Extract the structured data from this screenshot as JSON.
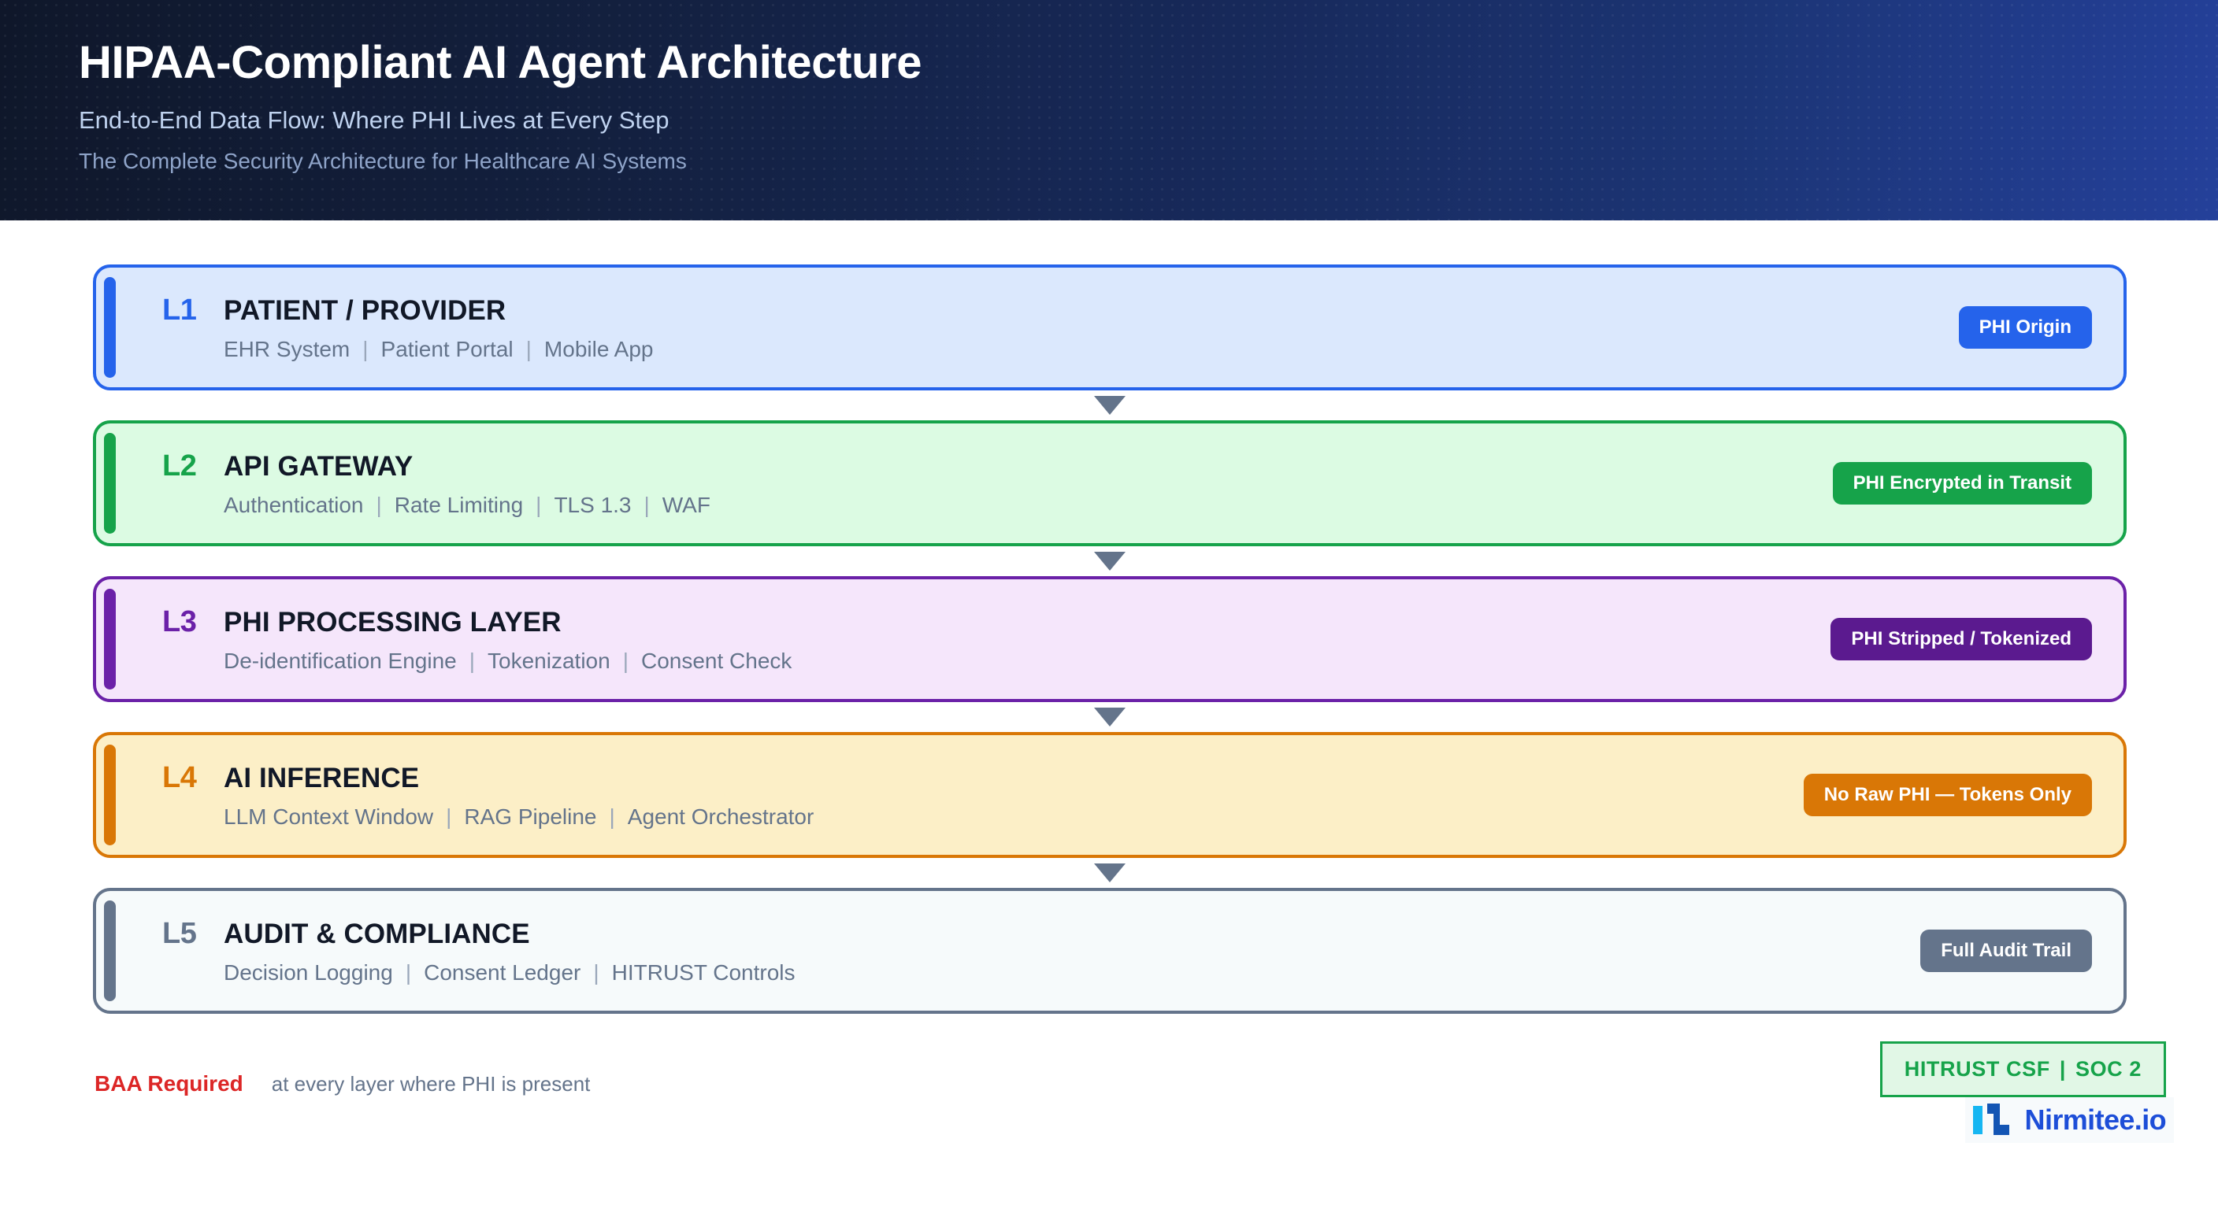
{
  "header": {
    "title": "HIPAA-Compliant AI Agent Architecture",
    "subtitle": "End-to-End Data Flow: Where PHI Lives at Every Step",
    "tagline": "The Complete Security Architecture for Healthcare AI Systems",
    "gradient_from": "#0f172a",
    "gradient_to": "#24409a"
  },
  "layers": [
    {
      "code": "L1",
      "title": "PATIENT / PROVIDER",
      "components": [
        "EHR System",
        "Patient Portal",
        "Mobile App"
      ],
      "badge": "PHI Origin",
      "accent": "#2563eb",
      "fill": "#dbe8fd",
      "badge_bg": "#2563eb"
    },
    {
      "code": "L2",
      "title": "API GATEWAY",
      "components": [
        "Authentication",
        "Rate Limiting",
        "TLS 1.3",
        "WAF"
      ],
      "badge": "PHI Encrypted in Transit",
      "accent": "#16a34a",
      "fill": "#dcfbe3",
      "badge_bg": "#16a34a"
    },
    {
      "code": "L3",
      "title": "PHI PROCESSING LAYER",
      "components": [
        "De-identification Engine",
        "Tokenization",
        "Consent Check"
      ],
      "badge": "PHI Stripped / Tokenized",
      "accent": "#6b21a8",
      "fill": "#f5e6fb",
      "badge_bg": "#5b1a8f"
    },
    {
      "code": "L4",
      "title": "AI INFERENCE",
      "components": [
        "LLM Context Window",
        "RAG Pipeline",
        "Agent Orchestrator"
      ],
      "badge": "No Raw PHI — Tokens Only",
      "accent": "#d97706",
      "fill": "#fcefc7",
      "badge_bg": "#d97706"
    },
    {
      "code": "L5",
      "title": "AUDIT & COMPLIANCE",
      "components": [
        "Decision Logging",
        "Consent Ledger",
        "HITRUST Controls"
      ],
      "badge": "Full Audit Trail",
      "accent": "#64748b",
      "fill": "#f6fafb",
      "badge_bg": "#64748b"
    }
  ],
  "separator": "|",
  "connector_icon": "triangle-down-icon",
  "footer": {
    "baa_label": "BAA Required",
    "baa_note": "at every layer where PHI is present",
    "baa_color": "#dc2626",
    "cert_left": "HITRUST CSF",
    "cert_sep": "|",
    "cert_right": "SOC 2",
    "cert_color": "#16a34a",
    "brand_name": "Nirmitee.io",
    "brand_mark": "nirmitee-logo-icon",
    "brand_color": "#1d4ed8"
  }
}
